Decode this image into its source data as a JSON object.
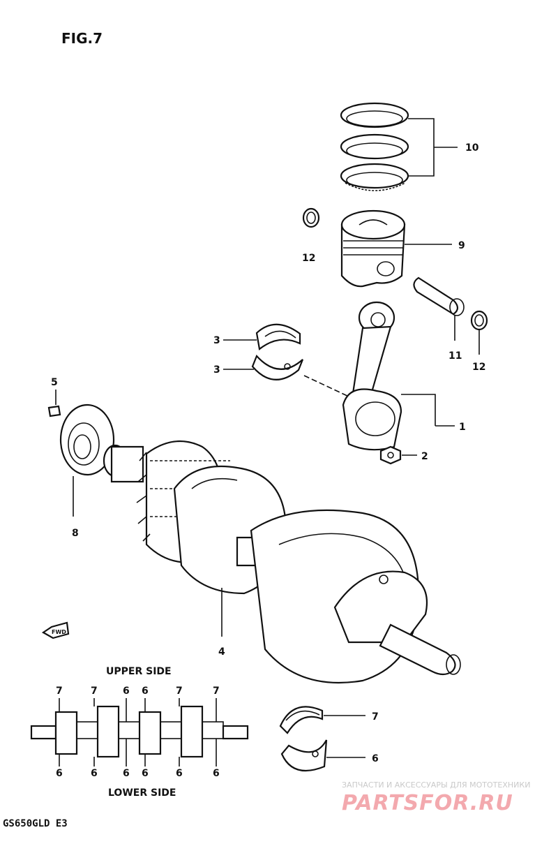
{
  "figure": {
    "title": "FIG.7",
    "model": "GS650GLD E3"
  },
  "callouts": {
    "c1": "1",
    "c2": "2",
    "c3a": "3",
    "c3b": "3",
    "c4": "4",
    "c5": "5",
    "c6": "6",
    "c7": "7",
    "c8": "8",
    "c9": "9",
    "c10": "10",
    "c11": "11",
    "c12a": "12",
    "c12b": "12"
  },
  "bearing_map": {
    "upper_label": "UPPER SIDE",
    "lower_label": "LOWER SIDE",
    "upper_codes": [
      "7",
      "7",
      "6",
      "6",
      "7",
      "7"
    ],
    "lower_codes": [
      "6",
      "6",
      "6",
      "6",
      "6",
      "6"
    ]
  },
  "fwd_label": "FWD",
  "watermark": {
    "line1": "ЗАПЧАСТИ И АКСЕССУАРЫ ДЛЯ МОТОТЕХНИКИ",
    "logo": "PARTSFOR.RU"
  }
}
